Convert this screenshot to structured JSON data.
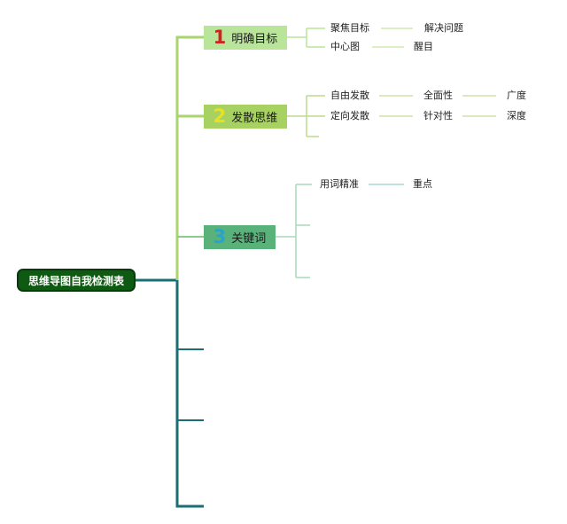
{
  "colors": {
    "root_bg": "#0f5a12",
    "trunk": "#1b6e73",
    "branch1_bg": "#b9e59a",
    "branch2_bg": "#a7d261",
    "branch3_bg": "#58b27a",
    "num1": "#d32020",
    "num2": "#e8e025",
    "num3": "#2aa3cc"
  },
  "root": {
    "label": "思维导图自我检测表"
  },
  "branches": [
    {
      "number": "1",
      "label": "明确目标",
      "children": [
        {
          "label": "聚焦目标",
          "children": [
            {
              "label": "解决问题"
            }
          ]
        },
        {
          "label": "中心图",
          "children": [
            {
              "label": "醒目"
            }
          ]
        }
      ]
    },
    {
      "number": "2",
      "label": "发散思维",
      "children": [
        {
          "label": "自由发散",
          "children": [
            {
              "label": "全面性",
              "children": [
                {
                  "label": "广度"
                }
              ]
            }
          ]
        },
        {
          "label": "定向发散",
          "children": [
            {
              "label": "针对性",
              "children": [
                {
                  "label": "深度"
                }
              ]
            }
          ]
        }
      ]
    },
    {
      "number": "3",
      "label": "关键词",
      "children": [
        {
          "label": "用词精准",
          "children": [
            {
              "label": "重点"
            }
          ]
        }
      ]
    }
  ]
}
